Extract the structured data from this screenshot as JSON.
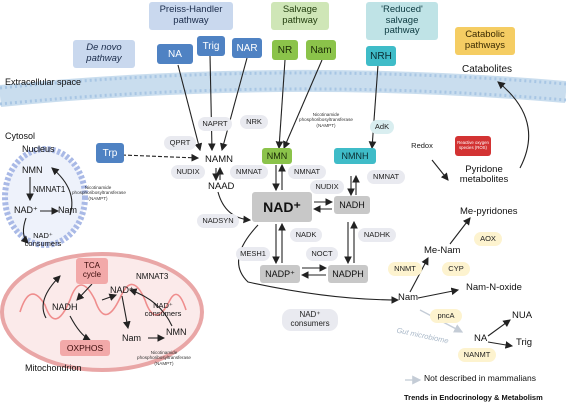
{
  "pathways": {
    "de_novo": "De novo pathway",
    "preiss_handler": "Preiss-Handler pathway",
    "salvage": "Salvage pathway",
    "reduced_salvage": "'Reduced' salvage pathway",
    "catabolic": "Catabolic pathways"
  },
  "precursors": {
    "na": "NA",
    "trig": "Trig",
    "nar": "NAR",
    "nr": "NR",
    "nam": "Nam",
    "nrh": "NRH",
    "trp": "Trp"
  },
  "compartments": {
    "extracellular": "Extracellular space",
    "cytosol": "Cytosol",
    "nucleus": "Nucleus",
    "mitochondrion": "Mitochondrion"
  },
  "metabolites": {
    "catabolites": "Catabolites",
    "namn": "NAMN",
    "naad": "NAAD",
    "nmn": "NMN",
    "nmnh": "NMNH",
    "nad": "NAD⁺",
    "nadh": "NADH",
    "nadp": "NADP⁺",
    "nadph": "NADPH",
    "pyridone": "Pyridone metabolites",
    "me_pyridones": "Me-pyridones",
    "me_nam": "Me-Nam",
    "nam": "Nam",
    "nam_n_oxide": "Nam-N-oxide",
    "nua": "NUA",
    "na": "NA",
    "trig": "Trig",
    "nad_consumers": "NAD⁺ consumers"
  },
  "enzymes": {
    "naprt": "NAPRT",
    "nrk": "NRK",
    "namt_small": "Nicotinamide phosphoribosyltransferase (NAMPT)",
    "adk": "AdK",
    "qprt": "QPRT",
    "nudix1": "NUDIX",
    "nmnat1": "NMNAT",
    "nmnat2": "NMNAT",
    "nmnat3": "NMNAT",
    "nudix2": "NUDIX",
    "nadsyn": "NADSYN",
    "nadk": "NADK",
    "nadhk": "NADHK",
    "mesh1": "MESH1",
    "noct": "NOCT",
    "redox": "Redox",
    "ros": "Reactive oxygen species (ROS)",
    "aox": "AOX",
    "nnmt": "NNMT",
    "cyp": "CYP",
    "pnca": "pncA",
    "nanmt": "NANMT",
    "gut_microbiome": "Gut microbiome"
  },
  "nucleus": {
    "nmn": "NMN",
    "nmnat1": "NMNAT1",
    "nampt": "Nicotinamide phosphoribosyltransferase (NAMPT)",
    "nad": "NAD⁺",
    "nam": "Nam",
    "consumers": "NAD⁺ consumers"
  },
  "mito": {
    "tca": "TCA cycle",
    "nmnat3": "NMNAT3",
    "nad": "NAD⁺",
    "nadh": "NADH",
    "consumers": "NAD⁺ consumers",
    "oxphos": "OXPHOS",
    "nam": "Nam",
    "nmn": "NMN",
    "nampt": "Nicotinamide phosphoribosyltransferase (NAMPT)"
  },
  "legend": {
    "not_described": "Not described in mammalians"
  },
  "footer": {
    "journal": "Trends in Endocrinology & Metabolism"
  }
}
